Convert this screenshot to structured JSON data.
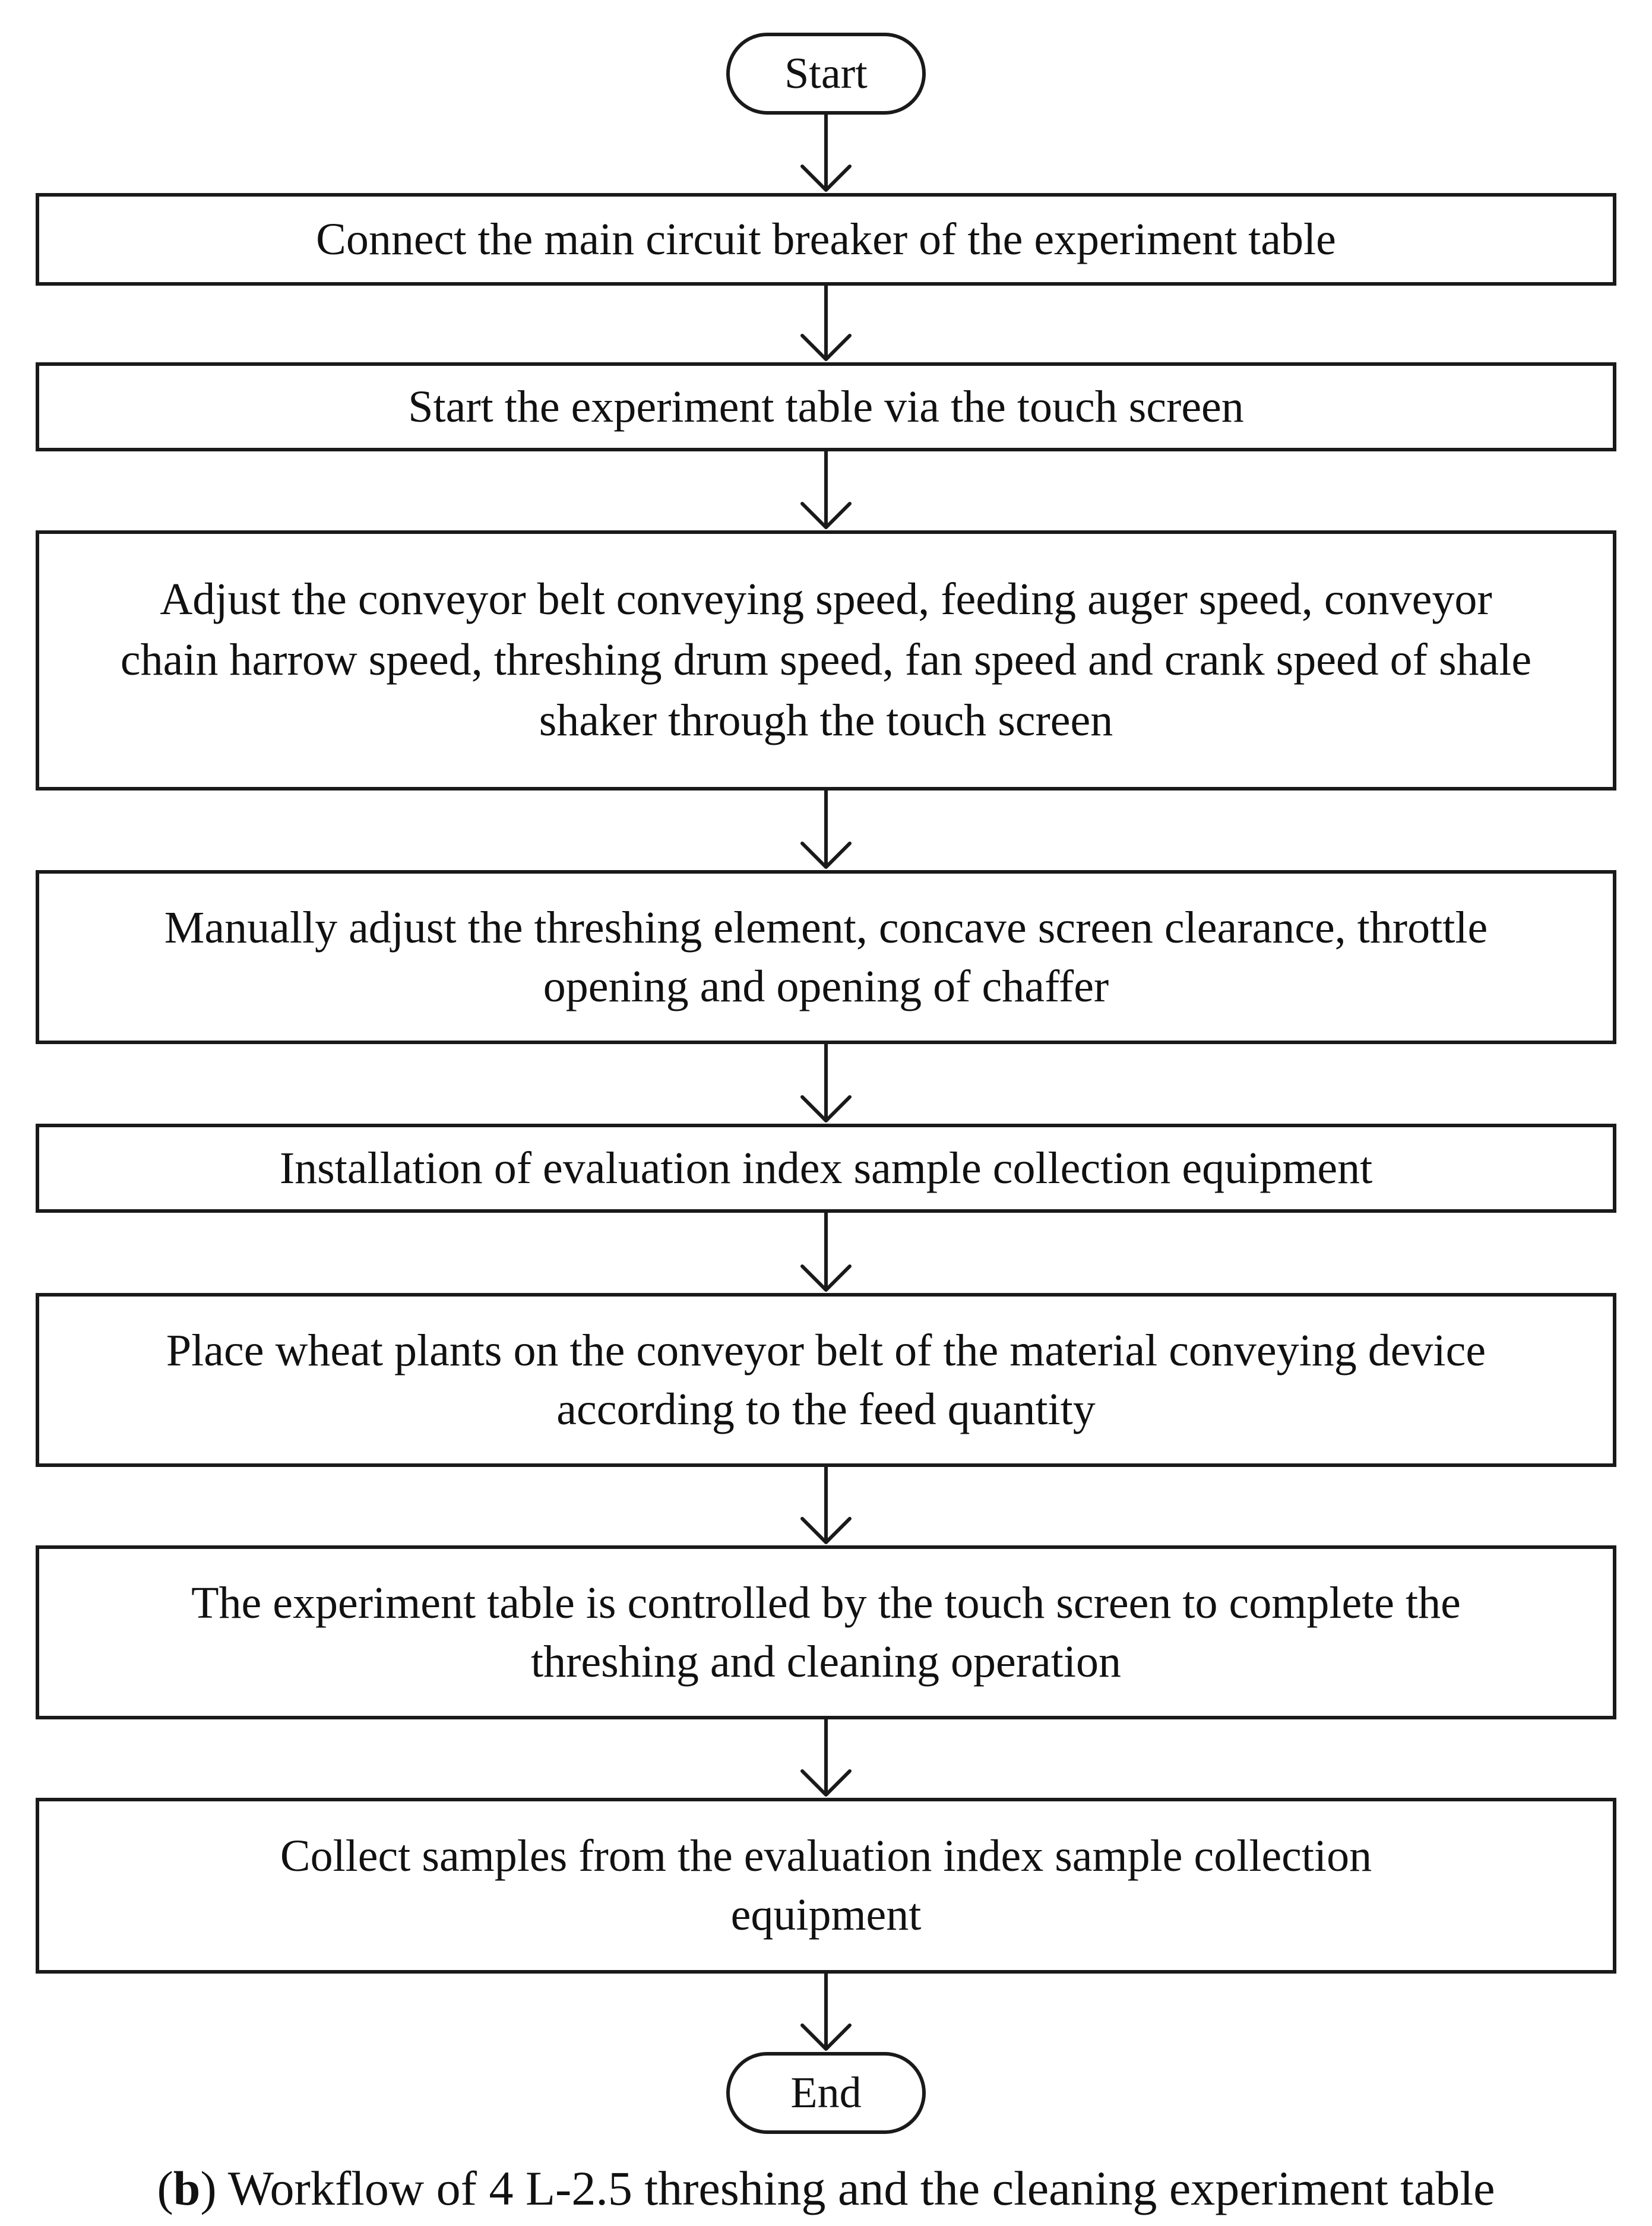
{
  "start_label": "Start",
  "end_label": "End",
  "steps": [
    "Connect the main circuit breaker of the experiment table",
    "Start the experiment table via the touch screen",
    "Adjust the conveyor belt conveying speed, feeding auger speed, conveyor chain harrow speed, threshing drum speed, fan speed and crank speed of shale shaker through the touch screen",
    "Manually adjust the threshing element, concave screen clearance, throttle opening and opening of chaffer",
    "Installation of evaluation index sample collection equipment",
    "Place wheat plants on the conveyor belt of the material conveying device according to the feed quantity",
    "The experiment table is controlled by the touch screen to complete the threshing and cleaning operation",
    "Collect samples from the evaluation index sample collection equipment"
  ],
  "caption": {
    "open_paren": "(",
    "letter": "b",
    "rest": ") Workflow of 4 L-2.5 threshing and the cleaning experiment table"
  }
}
